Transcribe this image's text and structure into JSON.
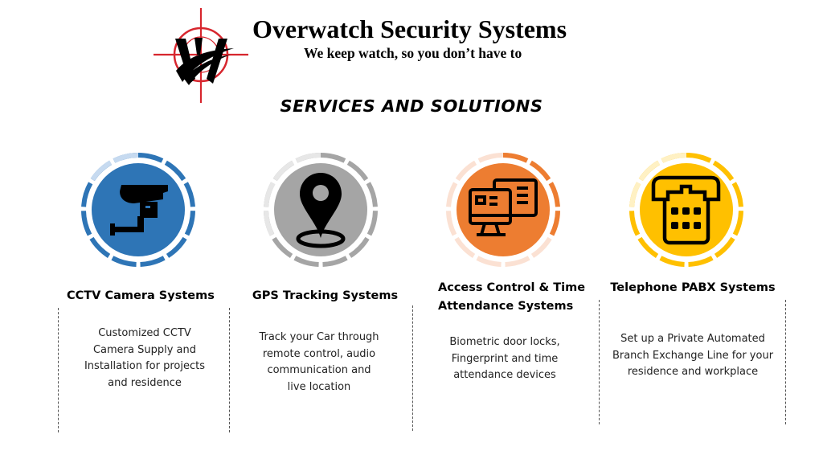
{
  "header": {
    "logo": {
      "icon": "crosshair-w-logo-icon",
      "accent_color": "#d7262e"
    },
    "title": "Overwatch Security Systems",
    "tagline": "We keep watch, so you don’t have to"
  },
  "section": {
    "title": "SERVICES AND SOLUTIONS"
  },
  "services": [
    {
      "title_lines": [
        "CCTV Camera Systems"
      ],
      "description_lines": [
        "Customized CCTV",
        "Camera Supply and",
        "Installation for projects",
        "and residence"
      ],
      "icon": "cctv-camera-icon",
      "color": "#2e75b6",
      "ring_light_color": "#c6daf0"
    },
    {
      "title_lines": [
        "GPS Tracking Systems"
      ],
      "description_lines": [
        "Track your Car through",
        "remote control, audio",
        "communication and",
        "live location"
      ],
      "icon": "location-pin-icon",
      "color": "#a5a5a5",
      "ring_light_color": "#e7e7e7"
    },
    {
      "title_lines": [
        "Access Control & Time",
        "Attendance Systems"
      ],
      "description_lines": [
        "Biometric door locks,",
        "Fingerprint and time",
        "attendance devices"
      ],
      "icon": "monitor-id-card-icon",
      "color": "#ed7d31",
      "ring_light_color": "#fbe1d3"
    },
    {
      "title_lines": [
        "Telephone PABX Systems"
      ],
      "description_lines": [
        "Set up a Private Automated",
        "Branch Exchange Line for your",
        "residence  and workplace"
      ],
      "icon": "telephone-keypad-icon",
      "color": "#ffc000",
      "ring_light_color": "#fff1c4"
    }
  ]
}
